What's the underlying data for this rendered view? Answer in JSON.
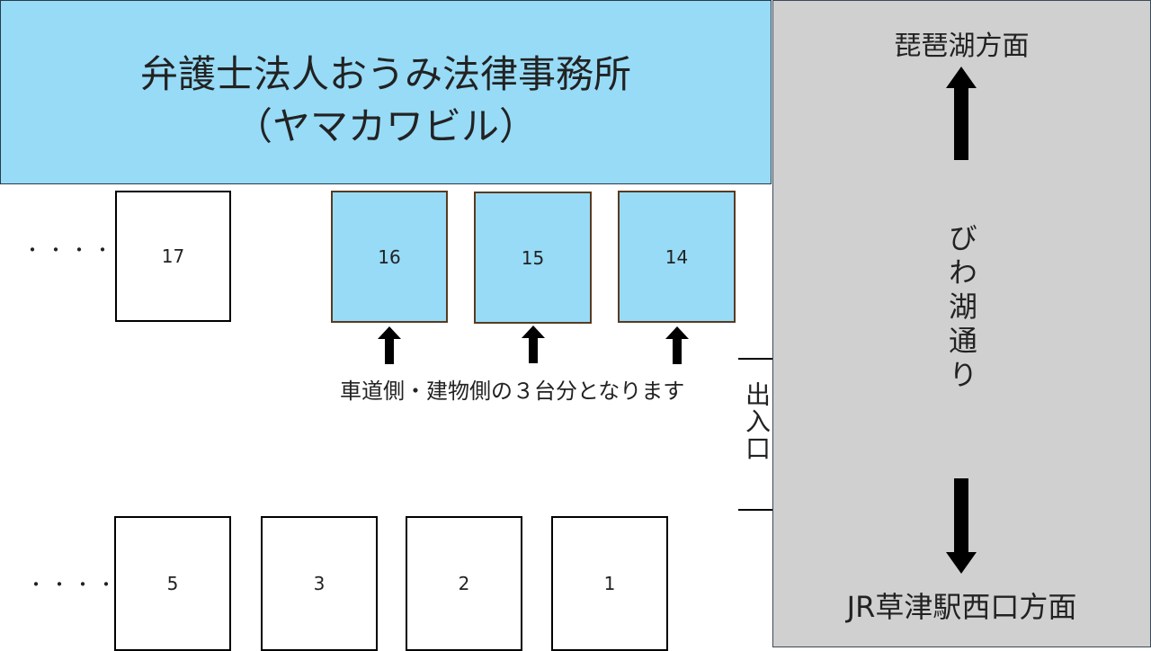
{
  "building": {
    "name": "弁護士法人おうみ法律事務所",
    "sub": "（ヤマカワビル）"
  },
  "road": {
    "name": "びわ湖通り",
    "north": "琵琶湖方面",
    "south": "JR草津駅西口方面"
  },
  "entrance": "出入口",
  "note": "車道側・建物側の３台分となります",
  "ellipsis": "・・・・",
  "top_row": [
    {
      "num": "17",
      "ours": false
    },
    {
      "num": "16",
      "ours": true
    },
    {
      "num": "15",
      "ours": true
    },
    {
      "num": "14",
      "ours": true
    }
  ],
  "bottom_row": [
    {
      "num": "5"
    },
    {
      "num": "3"
    },
    {
      "num": "2"
    },
    {
      "num": "1"
    }
  ],
  "colors": {
    "highlight": "#97dbf7",
    "road": "#d0d0d0"
  }
}
